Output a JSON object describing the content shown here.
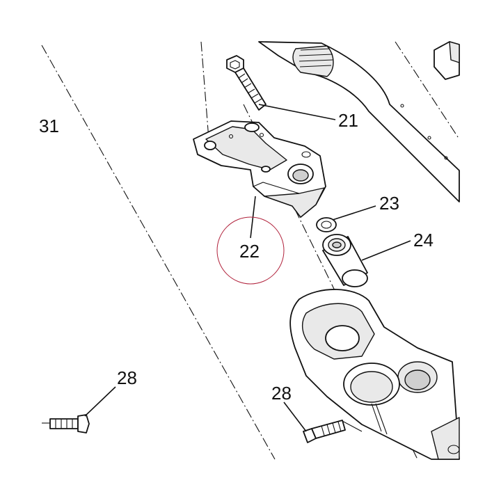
{
  "callouts": {
    "c31": "31",
    "c21": "21",
    "c22": "22",
    "c23": "23",
    "c24": "24",
    "c28_left": "28",
    "c28_right": "28"
  },
  "colors": {
    "ink": "#111111",
    "highlight": "#b0203a",
    "background": "#ffffff"
  }
}
